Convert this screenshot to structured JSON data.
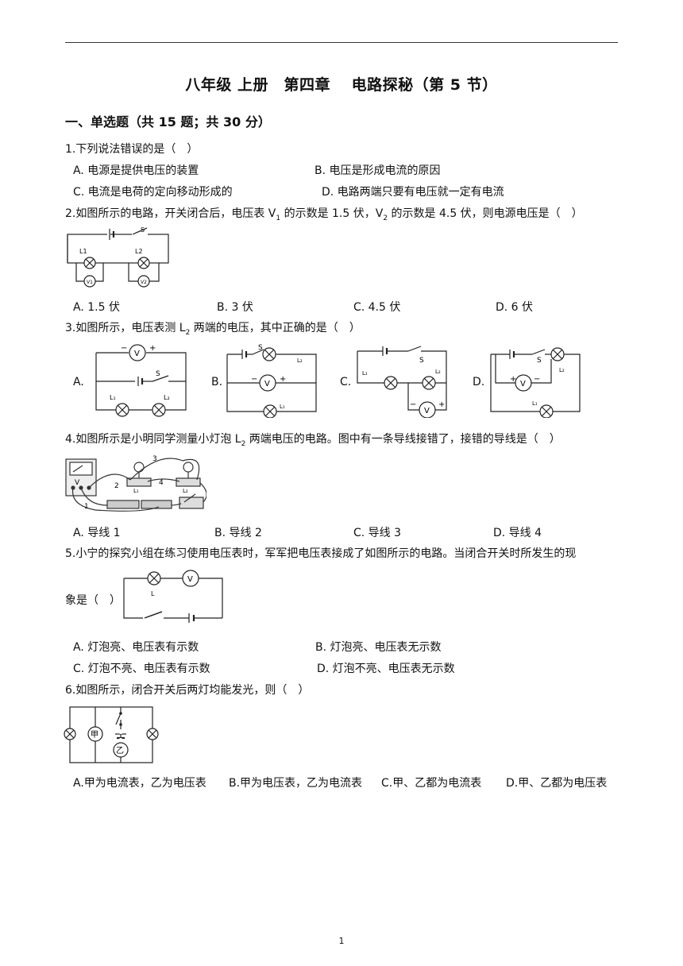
{
  "header": {
    "title": "八年级 上册　第四章　  电路探秘（第 5 节）",
    "section": "一、单选题（共 15 题；共 30 分）"
  },
  "questions": [
    {
      "stem": "1.下列说法错误的是（　）",
      "options": [
        "A. 电源是提供电压的装置",
        "B. 电压是形成电流的原因",
        "C. 电流是电荷的定向移动形成的",
        "D. 电路两端只要有电压就一定有电流"
      ]
    },
    {
      "stem_parts": [
        "2.如图所示的电路，开关闭合后，电压表 V",
        "1",
        " 的示数是 1.5 伏，V",
        "2",
        " 的示数是 4.5 伏，则电源电压是（　）"
      ],
      "options": [
        "A. 1.5 伏",
        "B. 3 伏",
        "C. 4.5 伏",
        "D. 6 伏"
      ],
      "figure_labels": [
        "S",
        "L1",
        "L2",
        "V1",
        "V2"
      ]
    },
    {
      "stem_parts": [
        "3.如图所示，电压表测 L",
        "2",
        " 两端的电压，其中正确的是（　）"
      ],
      "options": [
        "A.",
        "B.",
        "C.",
        "D."
      ]
    },
    {
      "stem_parts": [
        "4.如图所示是小明同学测量小灯泡 L",
        "2",
        " 两端电压的电路。图中有一条导线接错了，接错的导线是（　）"
      ],
      "options": [
        "A. 导线 1",
        "B. 导线 2",
        "C. 导线 3",
        "D. 导线 4"
      ],
      "figure_labels": [
        "1",
        "2",
        "3",
        "4"
      ]
    },
    {
      "stem_line1": "5.小宁的探究小组在练习使用电压表时，军军把电压表接成了如图所示的电路。当闭合开关时所发生的现",
      "stem_line2": "象是（　）",
      "options": [
        "A. 灯泡亮、电压表有示数",
        "B. 灯泡亮、电压表无示数",
        "C. 灯泡不亮、电压表有示数",
        "D. 灯泡不亮、电压表无示数"
      ]
    },
    {
      "stem": "6.如图所示，闭合开关后两灯均能发光，则（　）",
      "options": [
        "A.甲为电流表，乙为电压表",
        "B.甲为电压表，乙为电流表",
        "C.甲、乙都为电流表",
        "D.甲、乙都为电压表"
      ],
      "figure_labels": [
        "甲",
        "乙"
      ]
    }
  ],
  "footer": {
    "page_number": "1"
  }
}
